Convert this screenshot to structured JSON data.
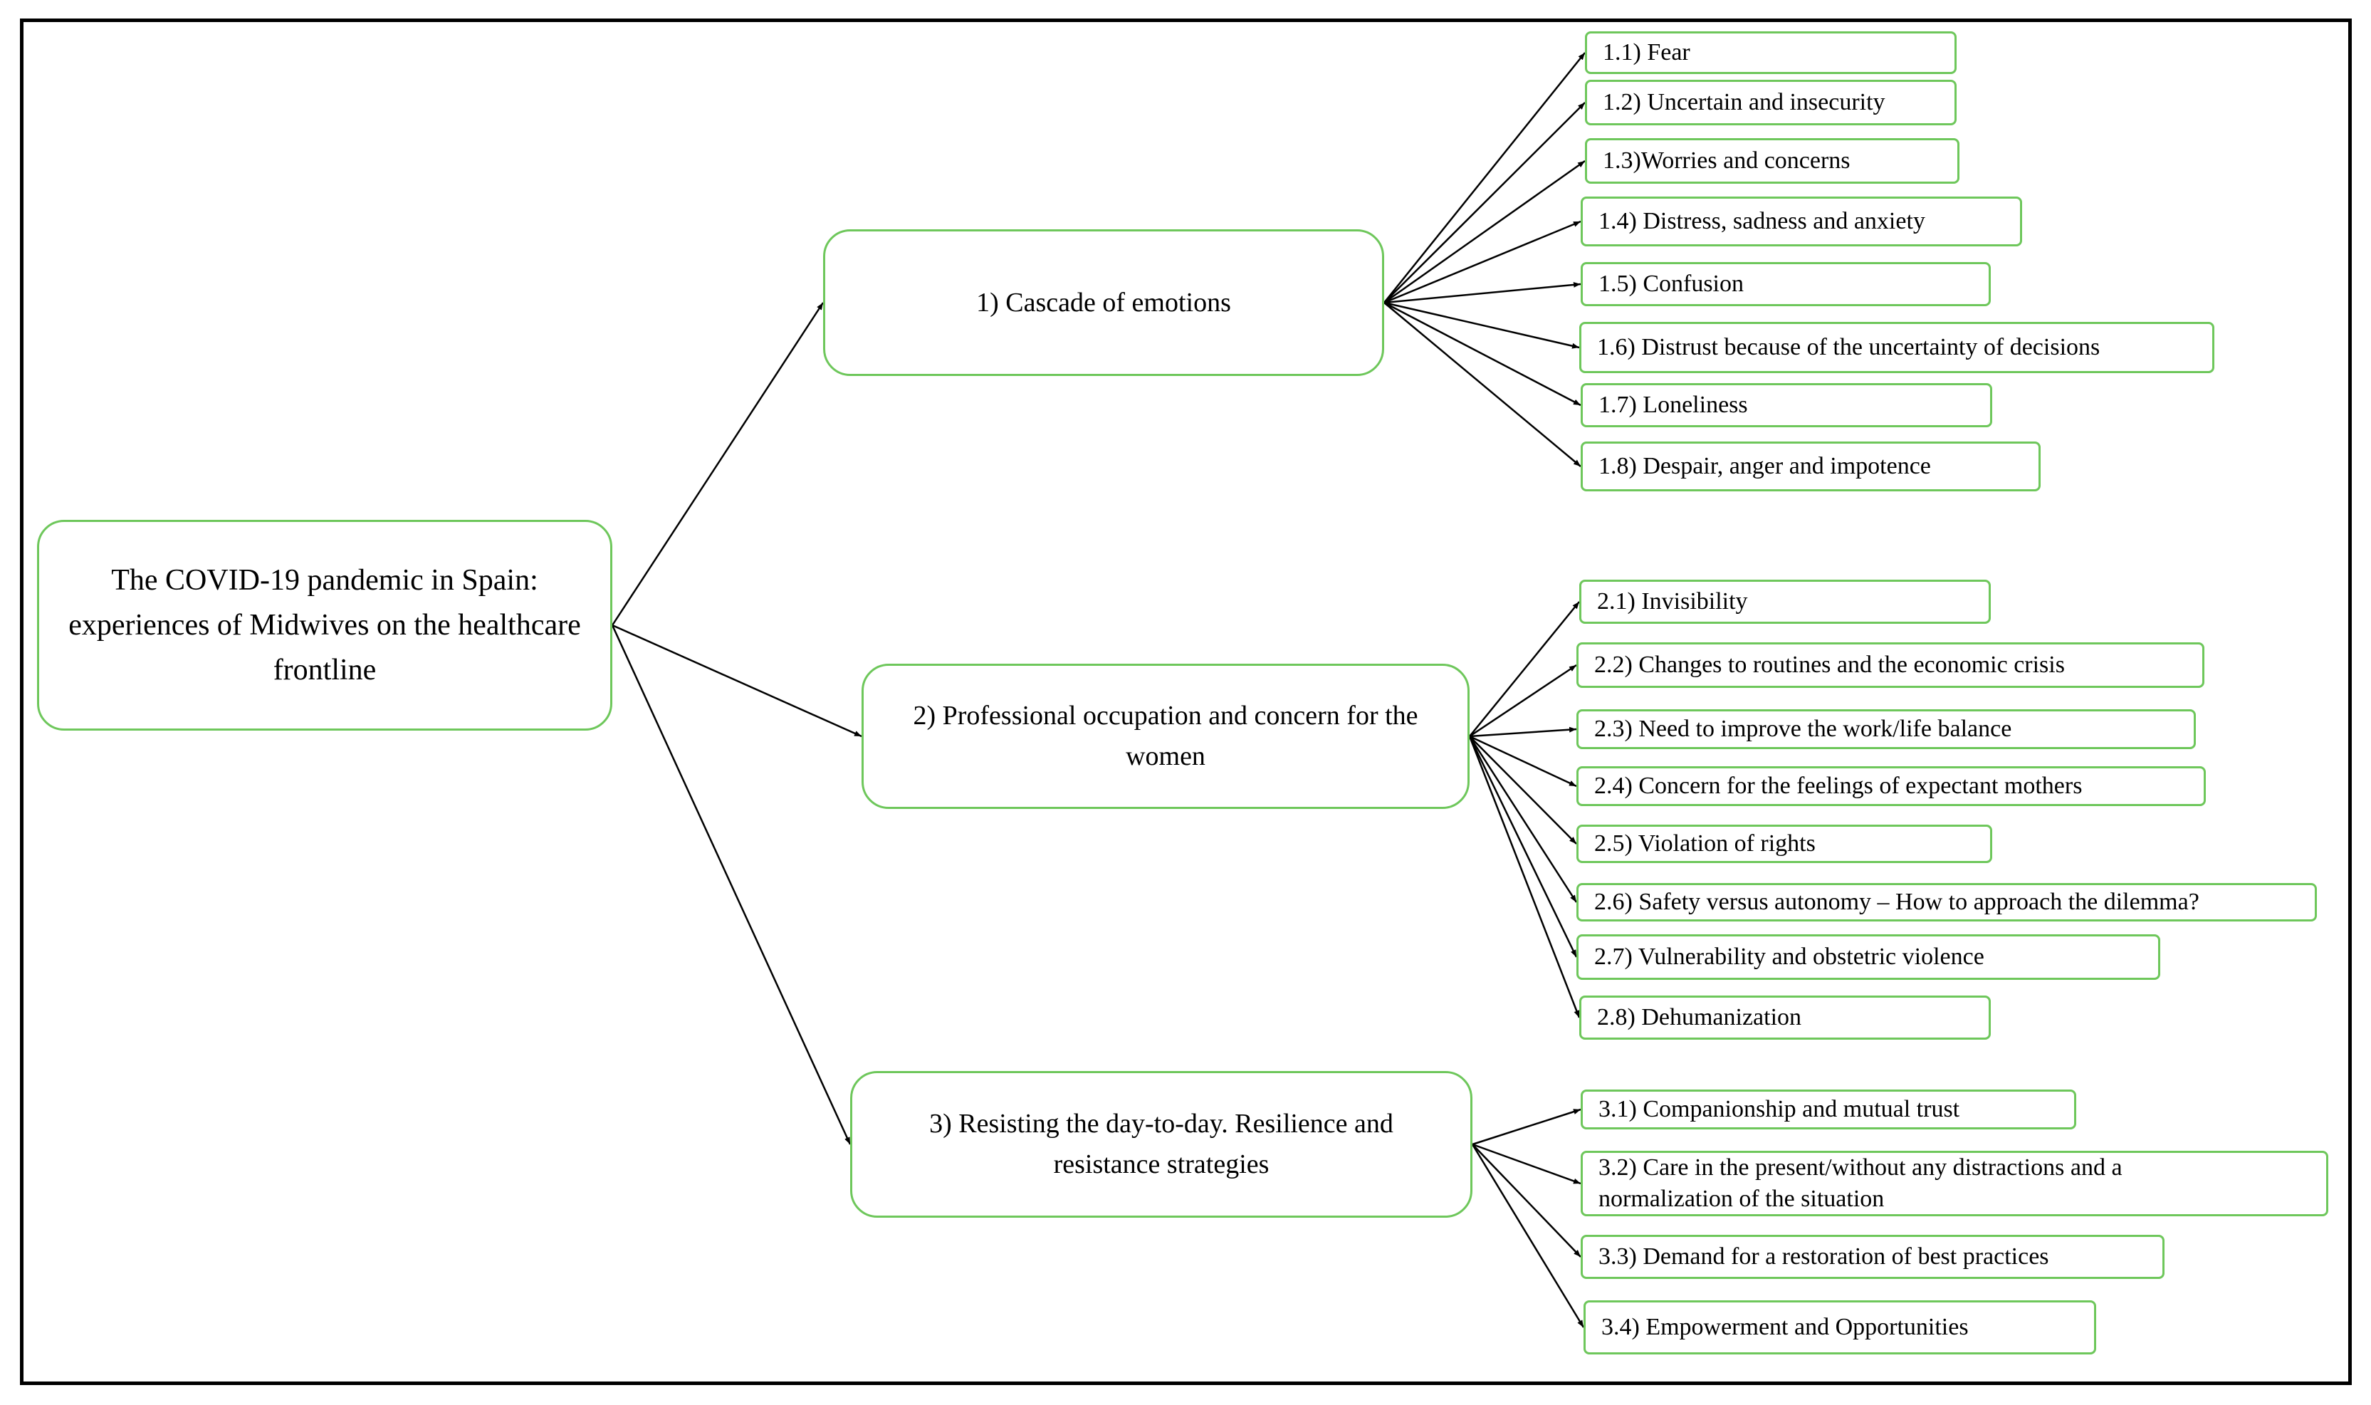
{
  "root": {
    "text": "The COVID-19 pandemic in Spain: experiences of Midwives on the healthcare frontline"
  },
  "themes": [
    {
      "label": "1) Cascade of emotions",
      "subthemes": [
        "1.1) Fear",
        "1.2) Uncertain and insecurity",
        "1.3)Worries and concerns",
        "1.4) Distress, sadness and anxiety",
        "1.5) Confusion",
        "1.6) Distrust because of the uncertainty of decisions",
        "1.7) Loneliness",
        "1.8) Despair, anger and impotence"
      ]
    },
    {
      "label": "2) Professional occupation and concern for the women",
      "subthemes": [
        "2.1) Invisibility",
        "2.2) Changes to routines and the economic crisis",
        "2.3) Need to improve the work/life balance",
        "2.4) Concern for the feelings of expectant mothers",
        "2.5) Violation of rights",
        "2.6) Safety versus autonomy – How to approach the dilemma?",
        "2.7) Vulnerability and obstetric violence",
        "2.8) Dehumanization"
      ]
    },
    {
      "label": "3) Resisting the day-to-day. Resilience and resistance strategies",
      "subthemes": [
        "3.1) Companionship and mutual trust",
        "3.2) Care in the present/without any distractions and a normalization of the situation",
        "3.3) Demand for a restoration of best practices",
        "3.4) Empowerment and Opportunities"
      ]
    }
  ],
  "colors": {
    "node_border": "#6ec75b",
    "frame": "#000000",
    "arrow": "#000000"
  }
}
